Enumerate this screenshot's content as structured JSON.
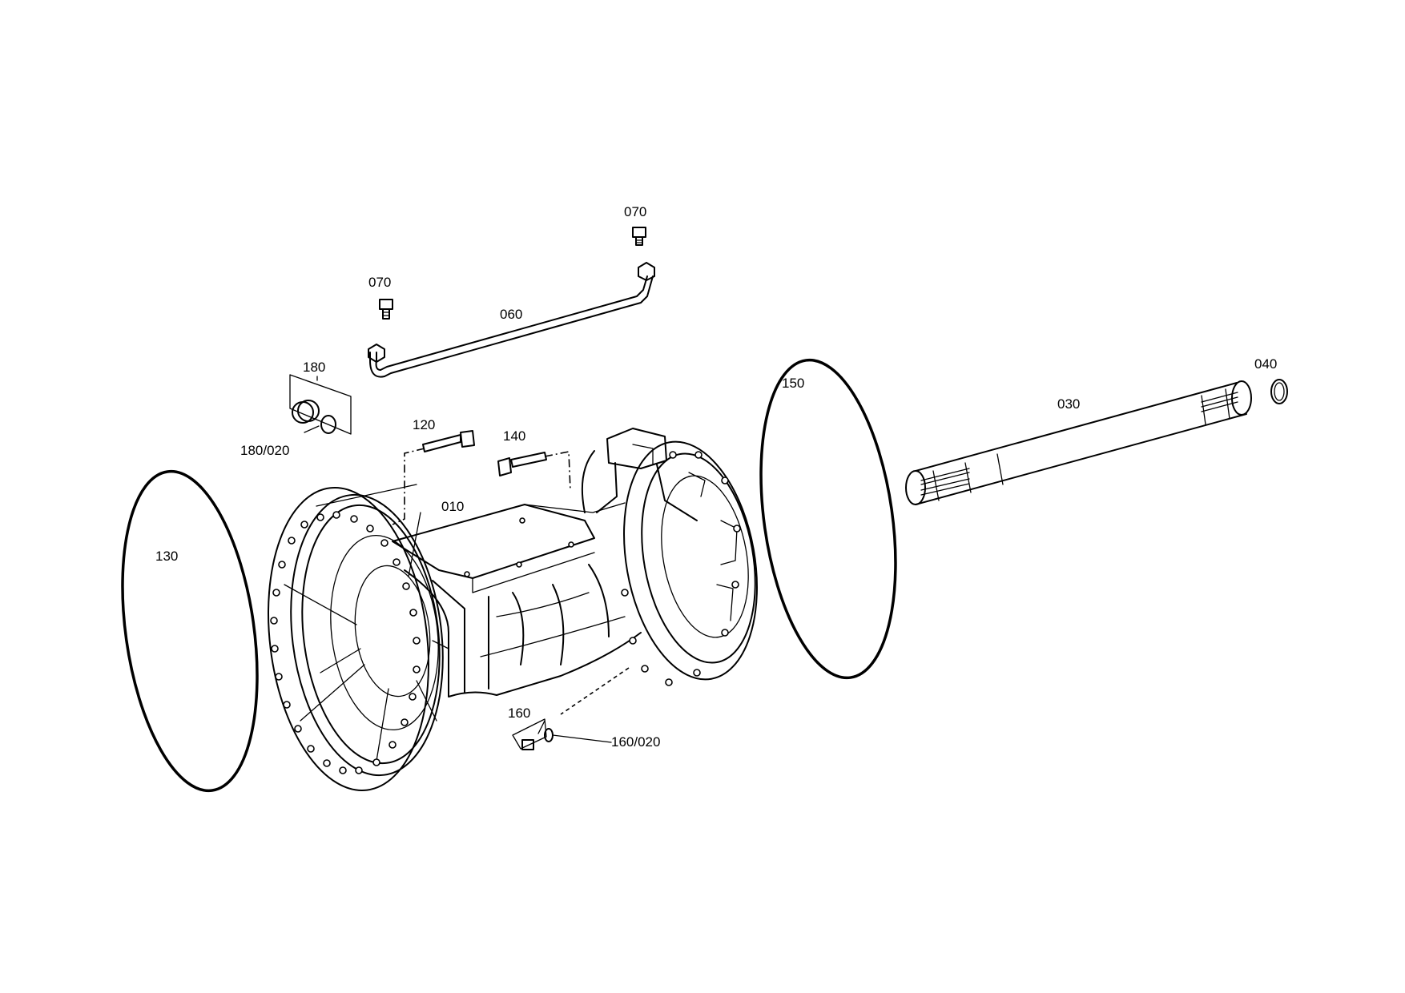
{
  "diagram": {
    "part_labels": {
      "p010": "010",
      "p030": "030",
      "p040": "040",
      "p060": "060",
      "p070a": "070",
      "p070b": "070",
      "p120": "120",
      "p130": "130",
      "p140": "140",
      "p150": "150",
      "p160": "160",
      "p160_020": "160/020",
      "p180": "180",
      "p180_020": "180/020"
    }
  }
}
